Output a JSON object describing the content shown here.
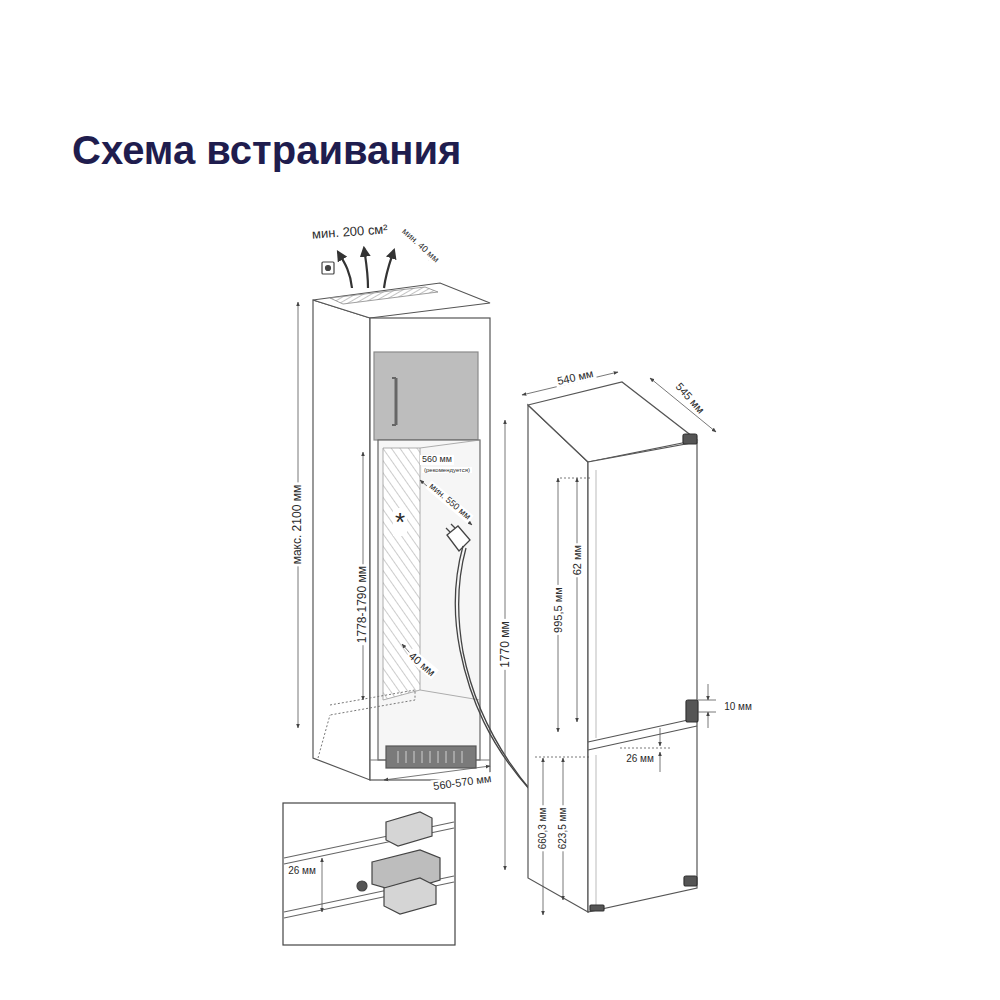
{
  "diagram": {
    "title": "Схема встраивания",
    "labels": [
      "мин. 200 см²",
      "мин. 40 мм",
      "макс. 2100 мм",
      "560 мм",
      "(рекомендуется)",
      "мин. 550 мм",
      "*",
      "1778-1790 мм",
      "40 мм",
      "560-570 мм",
      "540 мм",
      "545 мм",
      "1770 мм",
      "995,5 мм",
      "62 мм",
      "10 мм",
      "26 мм",
      "660,3 мм",
      "623,5 мм",
      "26 мм"
    ]
  }
}
